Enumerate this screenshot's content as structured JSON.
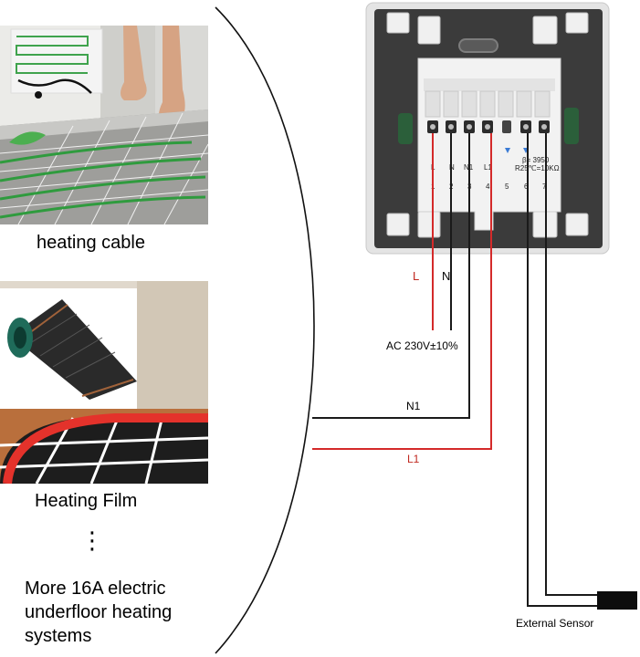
{
  "left_panel": {
    "heating_cable_label": "heating cable",
    "heating_film_label": "Heating Film",
    "ellipsis": "⋮",
    "more_lines": [
      "More 16A electric",
      "underfloor heating",
      "systems"
    ]
  },
  "wiring": {
    "L": "L",
    "N": "N",
    "supply": "AC 230V±10%",
    "N1": "N1",
    "L1": "L1",
    "external_sensor": "External Sensor"
  },
  "thermostat": {
    "terminal_labels": [
      "L",
      "N",
      "N1",
      "L1",
      "",
      "",
      ""
    ],
    "terminal_numbers": [
      "1",
      "2",
      "3",
      "4",
      "5",
      "6",
      "7"
    ],
    "sensor_info_line1": "β= 3950",
    "sensor_info_line2": "R25℃=10KΩ"
  },
  "colors": {
    "live_wire": "#d42a2a",
    "neutral_wire": "#1a1a1a",
    "device_body": "#3a3a3a",
    "device_frame": "#e2e2e2"
  }
}
